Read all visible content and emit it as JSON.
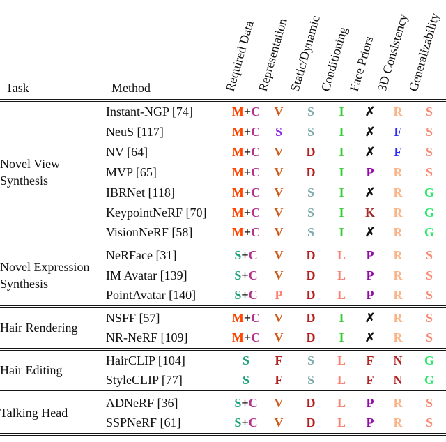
{
  "header": {
    "task_label": "Task",
    "method_label": "Method",
    "rotated_columns": [
      "Required Data",
      "Representation",
      "Static/Dynamic",
      "Conditioning",
      "Face Priors",
      "3D Consistency",
      "Generalizability"
    ]
  },
  "palette": {
    "M": "#FF4500",
    "plus": "#111111",
    "C": "#B5308A",
    "S_data": "#18A179",
    "V": "#CE5A17",
    "S_repr": "#8C2BE8",
    "P_repr": "#FA8072",
    "F_repr": "#B22222",
    "S_static": "#7FAAAA",
    "D": "#B22222",
    "I": "#32CD32",
    "L": "#FA8072",
    "X": "#111111",
    "P_prior": "#9209A8",
    "K": "#A52A2A",
    "F_prior": "#B22222",
    "N": "#B22222",
    "R": "#FBB488",
    "F_3d": "#2A2AFF",
    "S_gen": "#F88A74",
    "G": "#2DE96B"
  },
  "sections": [
    {
      "task_lines": [
        "Novel View",
        "Synthesis"
      ],
      "rows": [
        {
          "method": "Instant-NGP [74]",
          "cells": [
            [
              [
                "M",
                "M"
              ],
              [
                "+",
                "plus"
              ],
              [
                "C",
                "C"
              ]
            ],
            [
              [
                "V",
                "V"
              ]
            ],
            [
              [
                "S",
                "S_static"
              ]
            ],
            [
              [
                "I",
                "I"
              ]
            ],
            [
              [
                "✗",
                "X"
              ]
            ],
            [
              [
                "R",
                "R"
              ]
            ],
            [
              [
                "S",
                "S_gen"
              ]
            ]
          ]
        },
        {
          "method": "NeuS [117]",
          "cells": [
            [
              [
                "M",
                "M"
              ],
              [
                "+",
                "plus"
              ],
              [
                "C",
                "C"
              ]
            ],
            [
              [
                "S",
                "S_repr"
              ]
            ],
            [
              [
                "S",
                "S_static"
              ]
            ],
            [
              [
                "I",
                "I"
              ]
            ],
            [
              [
                "✗",
                "X"
              ]
            ],
            [
              [
                "F",
                "F_3d"
              ]
            ],
            [
              [
                "S",
                "S_gen"
              ]
            ]
          ]
        },
        {
          "method": "NV [64]",
          "cells": [
            [
              [
                "M",
                "M"
              ],
              [
                "+",
                "plus"
              ],
              [
                "C",
                "C"
              ]
            ],
            [
              [
                "V",
                "V"
              ]
            ],
            [
              [
                "D",
                "D"
              ]
            ],
            [
              [
                "I",
                "I"
              ]
            ],
            [
              [
                "✗",
                "X"
              ]
            ],
            [
              [
                "F",
                "F_3d"
              ]
            ],
            [
              [
                "S",
                "S_gen"
              ]
            ]
          ]
        },
        {
          "method": "MVP [65]",
          "cells": [
            [
              [
                "M",
                "M"
              ],
              [
                "+",
                "plus"
              ],
              [
                "C",
                "C"
              ]
            ],
            [
              [
                "V",
                "V"
              ]
            ],
            [
              [
                "D",
                "D"
              ]
            ],
            [
              [
                "I",
                "I"
              ]
            ],
            [
              [
                "P",
                "P_prior"
              ]
            ],
            [
              [
                "R",
                "R"
              ]
            ],
            [
              [
                "S",
                "S_gen"
              ]
            ]
          ]
        },
        {
          "method": "IBRNet [118]",
          "cells": [
            [
              [
                "M",
                "M"
              ],
              [
                "+",
                "plus"
              ],
              [
                "C",
                "C"
              ]
            ],
            [
              [
                "V",
                "V"
              ]
            ],
            [
              [
                "S",
                "S_static"
              ]
            ],
            [
              [
                "I",
                "I"
              ]
            ],
            [
              [
                "✗",
                "X"
              ]
            ],
            [
              [
                "R",
                "R"
              ]
            ],
            [
              [
                "G",
                "G"
              ]
            ]
          ]
        },
        {
          "method": "KeypointNeRF [70]",
          "cells": [
            [
              [
                "M",
                "M"
              ],
              [
                "+",
                "plus"
              ],
              [
                "C",
                "C"
              ]
            ],
            [
              [
                "V",
                "V"
              ]
            ],
            [
              [
                "S",
                "S_static"
              ]
            ],
            [
              [
                "I",
                "I"
              ]
            ],
            [
              [
                "K",
                "K"
              ]
            ],
            [
              [
                "R",
                "R"
              ]
            ],
            [
              [
                "G",
                "G"
              ]
            ]
          ]
        },
        {
          "method": "VisionNeRF [58]",
          "cells": [
            [
              [
                "M",
                "M"
              ],
              [
                "+",
                "plus"
              ],
              [
                "C",
                "C"
              ]
            ],
            [
              [
                "V",
                "V"
              ]
            ],
            [
              [
                "S",
                "S_static"
              ]
            ],
            [
              [
                "I",
                "I"
              ]
            ],
            [
              [
                "✗",
                "X"
              ]
            ],
            [
              [
                "R",
                "R"
              ]
            ],
            [
              [
                "G",
                "G"
              ]
            ]
          ]
        }
      ]
    },
    {
      "task_lines": [
        "Novel Expression",
        "Synthesis"
      ],
      "rows": [
        {
          "method": "NeRFace [31]",
          "cells": [
            [
              [
                "S",
                "S_data"
              ],
              [
                "+",
                "plus"
              ],
              [
                "C",
                "C"
              ]
            ],
            [
              [
                "V",
                "V"
              ]
            ],
            [
              [
                "D",
                "D"
              ]
            ],
            [
              [
                "L",
                "L"
              ]
            ],
            [
              [
                "P",
                "P_prior"
              ]
            ],
            [
              [
                "R",
                "R"
              ]
            ],
            [
              [
                "S",
                "S_gen"
              ]
            ]
          ]
        },
        {
          "method": "IM Avatar [139]",
          "cells": [
            [
              [
                "S",
                "S_data"
              ],
              [
                "+",
                "plus"
              ],
              [
                "C",
                "C"
              ]
            ],
            [
              [
                "V",
                "V"
              ]
            ],
            [
              [
                "D",
                "D"
              ]
            ],
            [
              [
                "L",
                "L"
              ]
            ],
            [
              [
                "P",
                "P_prior"
              ]
            ],
            [
              [
                "R",
                "R"
              ]
            ],
            [
              [
                "S",
                "S_gen"
              ]
            ]
          ]
        },
        {
          "method": "PointAvatar [140]",
          "cells": [
            [
              [
                "S",
                "S_data"
              ],
              [
                "+",
                "plus"
              ],
              [
                "C",
                "C"
              ]
            ],
            [
              [
                "P",
                "P_repr"
              ]
            ],
            [
              [
                "D",
                "D"
              ]
            ],
            [
              [
                "L",
                "L"
              ]
            ],
            [
              [
                "P",
                "P_prior"
              ]
            ],
            [
              [
                "R",
                "R"
              ]
            ],
            [
              [
                "S",
                "S_gen"
              ]
            ]
          ]
        }
      ]
    },
    {
      "task_lines": [
        "Hair Rendering"
      ],
      "rows": [
        {
          "method": "NSFF [57]",
          "cells": [
            [
              [
                "M",
                "M"
              ],
              [
                "+",
                "plus"
              ],
              [
                "C",
                "C"
              ]
            ],
            [
              [
                "V",
                "V"
              ]
            ],
            [
              [
                "D",
                "D"
              ]
            ],
            [
              [
                "I",
                "I"
              ]
            ],
            [
              [
                "✗",
                "X"
              ]
            ],
            [
              [
                "R",
                "R"
              ]
            ],
            [
              [
                "S",
                "S_gen"
              ]
            ]
          ]
        },
        {
          "method": "NR-NeRF [109]",
          "cells": [
            [
              [
                "M",
                "M"
              ],
              [
                "+",
                "plus"
              ],
              [
                "C",
                "C"
              ]
            ],
            [
              [
                "V",
                "V"
              ]
            ],
            [
              [
                "D",
                "D"
              ]
            ],
            [
              [
                "I",
                "I"
              ]
            ],
            [
              [
                "✗",
                "X"
              ]
            ],
            [
              [
                "R",
                "R"
              ]
            ],
            [
              [
                "S",
                "S_gen"
              ]
            ]
          ]
        }
      ]
    },
    {
      "task_lines": [
        "Hair Editing"
      ],
      "rows": [
        {
          "method": "HairCLIP [104]",
          "cells": [
            [
              [
                "S",
                "S_data"
              ]
            ],
            [
              [
                "F",
                "F_repr"
              ]
            ],
            [
              [
                "S",
                "S_static"
              ]
            ],
            [
              [
                "L",
                "L"
              ]
            ],
            [
              [
                "F",
                "F_prior"
              ]
            ],
            [
              [
                "N",
                "N"
              ]
            ],
            [
              [
                "G",
                "G"
              ]
            ]
          ]
        },
        {
          "method": "StyleCLIP [77]",
          "cells": [
            [
              [
                "S",
                "S_data"
              ]
            ],
            [
              [
                "F",
                "F_repr"
              ]
            ],
            [
              [
                "S",
                "S_static"
              ]
            ],
            [
              [
                "L",
                "L"
              ]
            ],
            [
              [
                "F",
                "F_prior"
              ]
            ],
            [
              [
                "N",
                "N"
              ]
            ],
            [
              [
                "G",
                "G"
              ]
            ]
          ]
        }
      ]
    },
    {
      "task_lines": [
        "Talking Head"
      ],
      "rows": [
        {
          "method": "ADNeRF [36]",
          "cells": [
            [
              [
                "S",
                "S_data"
              ],
              [
                "+",
                "plus"
              ],
              [
                "C",
                "C"
              ]
            ],
            [
              [
                "V",
                "V"
              ]
            ],
            [
              [
                "D",
                "D"
              ]
            ],
            [
              [
                "L",
                "L"
              ]
            ],
            [
              [
                "P",
                "P_prior"
              ]
            ],
            [
              [
                "R",
                "R"
              ]
            ],
            [
              [
                "S",
                "S_gen"
              ]
            ]
          ]
        },
        {
          "method": "SSPNeRF [61]",
          "cells": [
            [
              [
                "S",
                "S_data"
              ],
              [
                "+",
                "plus"
              ],
              [
                "C",
                "C"
              ]
            ],
            [
              [
                "V",
                "V"
              ]
            ],
            [
              [
                "D",
                "D"
              ]
            ],
            [
              [
                "L",
                "L"
              ]
            ],
            [
              [
                "P",
                "P_prior"
              ]
            ],
            [
              [
                "R",
                "R"
              ]
            ],
            [
              [
                "S",
                "S_gen"
              ]
            ]
          ]
        }
      ]
    }
  ]
}
